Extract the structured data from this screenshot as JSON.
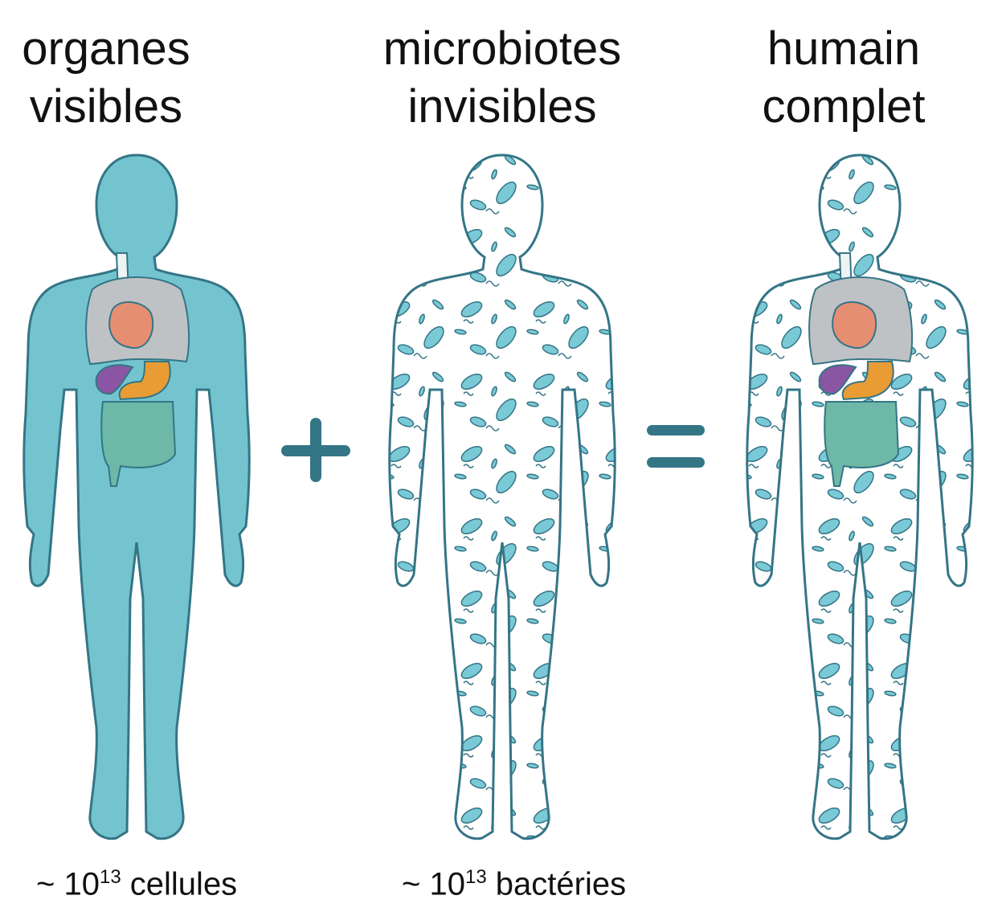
{
  "colors": {
    "body_fill": "#74c4d0",
    "outline": "#347586",
    "lungs": "#bfc2c5",
    "heart": "#e58e72",
    "stomach": "#e99c33",
    "spleen": "#8a55a3",
    "intestine": "#6db8a6",
    "trachea": "#eef3f4",
    "bacteria": "#7ac9d6",
    "operator": "#347586"
  },
  "panels": [
    {
      "title_line1": "organes",
      "title_line2": "visibles",
      "caption_prefix": "~ 10",
      "caption_exp": "13",
      "caption_suffix": " cellules"
    },
    {
      "title_line1": "microbiotes",
      "title_line2": "invisibles",
      "caption_prefix": "~ 10",
      "caption_exp": "13",
      "caption_suffix": " bactéries"
    },
    {
      "title_line1": "humain",
      "title_line2": "complet"
    }
  ],
  "operators": {
    "plus": "+",
    "equals": "="
  }
}
